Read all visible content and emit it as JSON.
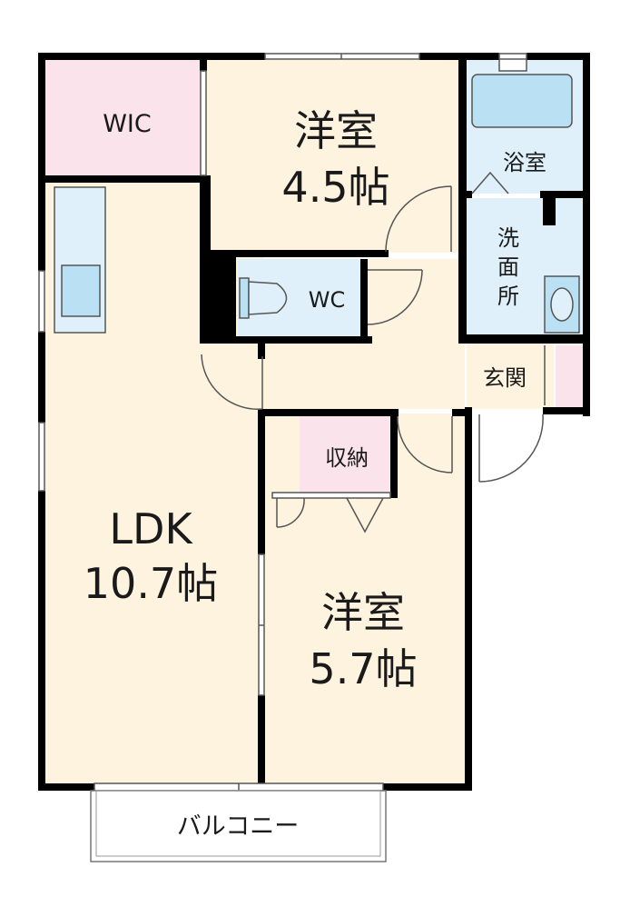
{
  "rooms": {
    "wic": {
      "label": "WIC"
    },
    "western_room_north": {
      "name": "洋室",
      "size": "4.5帖"
    },
    "bath": {
      "label": "浴室"
    },
    "washroom": {
      "label": "洗面所",
      "chars": [
        "洗",
        "面",
        "所"
      ]
    },
    "wc": {
      "label": "WC"
    },
    "entrance": {
      "label": "玄関"
    },
    "storage": {
      "label": "収納"
    },
    "ldk": {
      "name": "LDK",
      "size": "10.7帖"
    },
    "western_room_south": {
      "name": "洋室",
      "size": "5.7帖"
    },
    "balcony": {
      "label": "バルコニー"
    }
  },
  "colors": {
    "wall": "#000000",
    "floor": "#fdf3df",
    "closet": "#fbe3ec",
    "wet_area": "#dff0fa",
    "fixture": "#b9e0f3",
    "line": "#555555"
  }
}
